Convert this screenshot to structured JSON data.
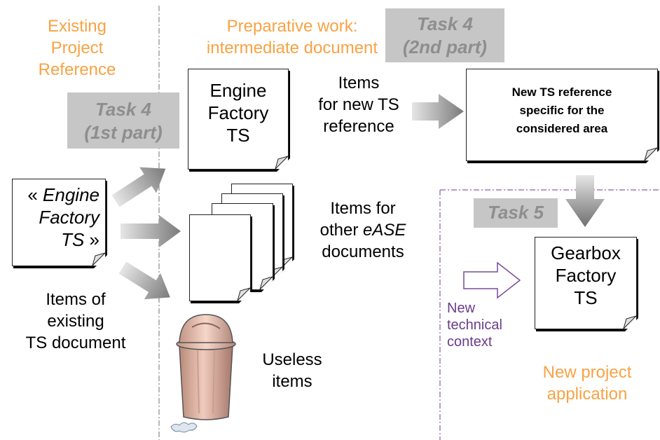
{
  "existing_ref": {
    "line1": "Existing",
    "line2": "Project",
    "line3": "Reference"
  },
  "preparative": {
    "line1": "Preparative work:",
    "line2": "intermediate document"
  },
  "task4_first": {
    "line1": "Task 4",
    "line2": "(1st part)"
  },
  "task4_second": {
    "line1": "Task 4",
    "line2": "(2nd part)"
  },
  "task5": {
    "label": "Task 5"
  },
  "source_doc": {
    "open": "« ",
    "line1": "Engine",
    "line2": "Factory",
    "line3": "TS",
    "close": " »"
  },
  "engine_doc": {
    "line1": "Engine",
    "line2": "Factory",
    "line3": "TS"
  },
  "items_new_ts": {
    "line1": "Items",
    "line2": "for new TS",
    "line3": "reference"
  },
  "new_ts_ref": {
    "line1": "New TS reference",
    "line2": "specific for the",
    "line3": "considered area"
  },
  "items_other": {
    "line1": "Items for",
    "line2_prefix": "other ",
    "line2_em": "eASE",
    "line3": "documents"
  },
  "items_existing": {
    "line1": "Items of",
    "line2": "existing",
    "line3": "TS document"
  },
  "useless": {
    "line1": "Useless",
    "line2": "items"
  },
  "gearbox_doc": {
    "line1": "Gearbox",
    "line2": "Factory",
    "line3": "TS"
  },
  "new_context": {
    "line1": "New",
    "line2": "technical",
    "line3": "context"
  },
  "new_project": {
    "line1": "New project",
    "line2": "application"
  },
  "colors": {
    "orange": "#f7a344",
    "purple": "#6a3d8a",
    "task_bg": "#c6c6c6",
    "task_text": "#8e8e8e",
    "arrow_gray": "#8c8c8c"
  }
}
